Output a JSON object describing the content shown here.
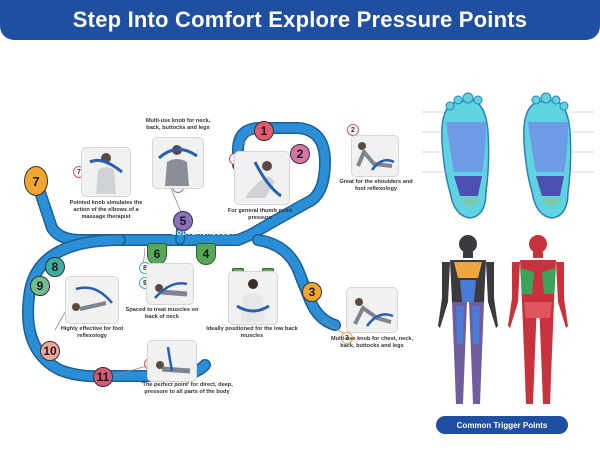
{
  "banner": {
    "title": "Step Into Comfort Explore Pressure Points"
  },
  "brand": {
    "logo_text": "BODYBACKBUDDY"
  },
  "numbers": {
    "n1": "1",
    "n2": "2",
    "n3": "3",
    "n4": "4",
    "n5": "5",
    "n6": "6",
    "n7": "7",
    "n8": "8",
    "n9": "9",
    "n10": "10",
    "n11": "11"
  },
  "captions": {
    "c5": "Multi-use knob for neck, back, buttocks and legs",
    "c7": "Pointed knob simulates the action of the elbows of a massage therapist",
    "c1": "For general thumb point pressure",
    "c2": "Great for the shoulders and foot reflexology",
    "c8": "Spaced to treat muscles on back of neck",
    "c4": "Ideally positioned for the low back muscles",
    "c3": "Multi-use knob for chest, neck, back, buttocks and legs",
    "c10": "Highly effective for foot reflexology",
    "c11": "'The perfect point' for direct, deep, pressure to all parts of the body"
  },
  "trigger_button": {
    "label": "Common Trigger Points"
  },
  "colors": {
    "banner": "#1f4fa0",
    "track": "#2a8fd6",
    "track_edge": "#1c5f97",
    "n1": "#e05a70",
    "n2": "#d873a6",
    "n3": "#f3a531",
    "n5": "#8b6fc0",
    "n8": "#3fae9e",
    "n9": "#6fbe8c",
    "n10": "#f2a89b",
    "n11": "#d65a7a"
  },
  "icons": {
    "feet": "foot-reflexology-chart-icon",
    "body_front": "front-muscle-figure-icon",
    "body_back": "back-muscle-figure-icon"
  }
}
